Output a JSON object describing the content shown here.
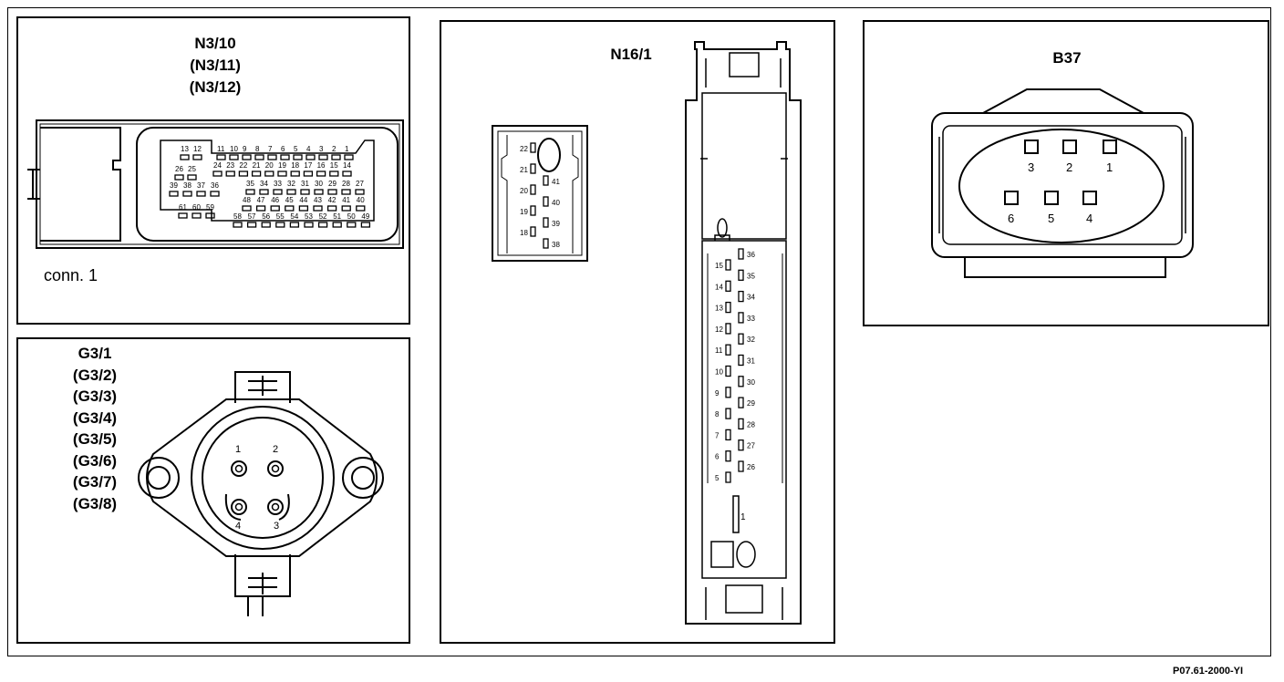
{
  "panels": {
    "n3": {
      "title_lines": [
        "N3/10",
        "(N3/11)",
        "(N3/12)"
      ],
      "conn_label": "conn. 1",
      "pins": {
        "row1": [
          "13",
          "12",
          "11",
          "10",
          "9",
          "8",
          "7",
          "6",
          "5",
          "4",
          "3",
          "2",
          "1"
        ],
        "row2": [
          "24",
          "23",
          "22",
          "21",
          "20",
          "19",
          "18",
          "17",
          "16",
          "15",
          "14"
        ],
        "row2b": [
          "26",
          "25"
        ],
        "row3a": [
          "39",
          "38",
          "37",
          "36"
        ],
        "row3b": [
          "35",
          "34",
          "33",
          "32",
          "31",
          "30",
          "29",
          "28",
          "27"
        ],
        "row4": [
          "48",
          "47",
          "46",
          "45",
          "44",
          "43",
          "42",
          "41",
          "40"
        ],
        "row5a": [
          "61",
          "60",
          "59"
        ],
        "row5b": [
          "58",
          "57",
          "56",
          "55",
          "54",
          "53",
          "52",
          "51",
          "50",
          "49"
        ]
      }
    },
    "g3": {
      "title_lines": [
        "G3/1",
        "(G3/2)",
        "(G3/3)",
        "(G3/4)",
        "(G3/5)",
        "(G3/6)",
        "(G3/7)",
        "(G3/8)"
      ],
      "pins": [
        "1",
        "2",
        "3",
        "4"
      ]
    },
    "n16": {
      "title": "N16/1",
      "small_left": [
        "22",
        "21",
        "20",
        "19",
        "18"
      ],
      "small_right": [
        "41",
        "40",
        "39",
        "38"
      ],
      "long_left": [
        "15",
        "14",
        "13",
        "12",
        "11",
        "10",
        "9",
        "8",
        "7",
        "6",
        "5"
      ],
      "long_right": [
        "36",
        "35",
        "34",
        "33",
        "32",
        "31",
        "30",
        "29",
        "28",
        "27",
        "26"
      ],
      "bottom_pin": "1"
    },
    "b37": {
      "title": "B37",
      "pins_top": [
        "3",
        "2",
        "1"
      ],
      "pins_bottom": [
        "6",
        "5",
        "4"
      ]
    }
  },
  "reference": "P07.61-2000-YI"
}
